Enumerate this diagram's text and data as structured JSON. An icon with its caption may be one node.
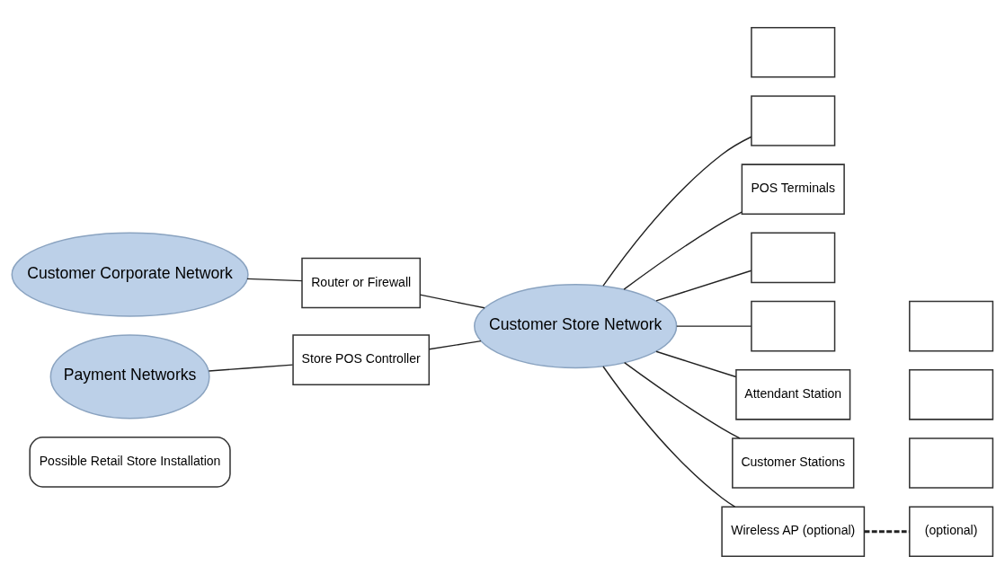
{
  "diagram": {
    "nodes": [
      {
        "text": [
          "Possible Retail Store Installation"
        ]
      },
      {
        "text": [],
        "shape": "box"
      },
      {
        "text": [
          "POS Terminals"
        ]
      },
      {
        "text": [],
        "shape": "box"
      },
      {
        "text": [],
        "shape": "box"
      },
      {
        "text": [],
        "shape": "box"
      },
      {
        "text": [
          "Customer Corporate Network"
        ]
      },
      {
        "text": [
          "Router or Firewall"
        ]
      },
      {
        "text": [
          "Customer Store Network"
        ]
      },
      {
        "text": [
          "Attendant Station"
        ]
      },
      {
        "text": [
          "Payment Networks"
        ]
      },
      {
        "text": [
          "Store POS Controller"
        ]
      },
      {
        "text": [
          "Customer Stations"
        ]
      },
      {
        "text": [],
        "shape": "box"
      },
      {
        "text": [],
        "shape": "box"
      },
      {
        "text": [],
        "shape": "box"
      },
      {
        "text": [
          "Wireless AP (optional)"
        ]
      },
      {
        "text": [
          "(optional)"
        ]
      }
    ],
    "edges": [
      {
        "from": 6,
        "to": 7,
        "arrow": "none"
      },
      {
        "from": 7,
        "to": 8,
        "arrow": "none"
      },
      {
        "from": 8,
        "to": 1,
        "arrow": "none"
      },
      {
        "from": 8,
        "to": 2,
        "arrow": "none"
      },
      {
        "from": 8,
        "to": 3,
        "arrow": "none"
      },
      {
        "from": 8,
        "to": 4,
        "arrow": "none"
      },
      {
        "from": 8,
        "to": 9,
        "arrow": "none"
      },
      {
        "from": 8,
        "to": 12,
        "arrow": "none"
      },
      {
        "from": 10,
        "to": 11,
        "arrow": "none"
      },
      {
        "from": 11,
        "to": 8,
        "arrow": "none"
      },
      {
        "from": 8,
        "to": 16,
        "arrow": "none"
      },
      {
        "from": 16,
        "to": 17,
        "arrow": "none",
        "style": "dashed"
      }
    ]
  }
}
